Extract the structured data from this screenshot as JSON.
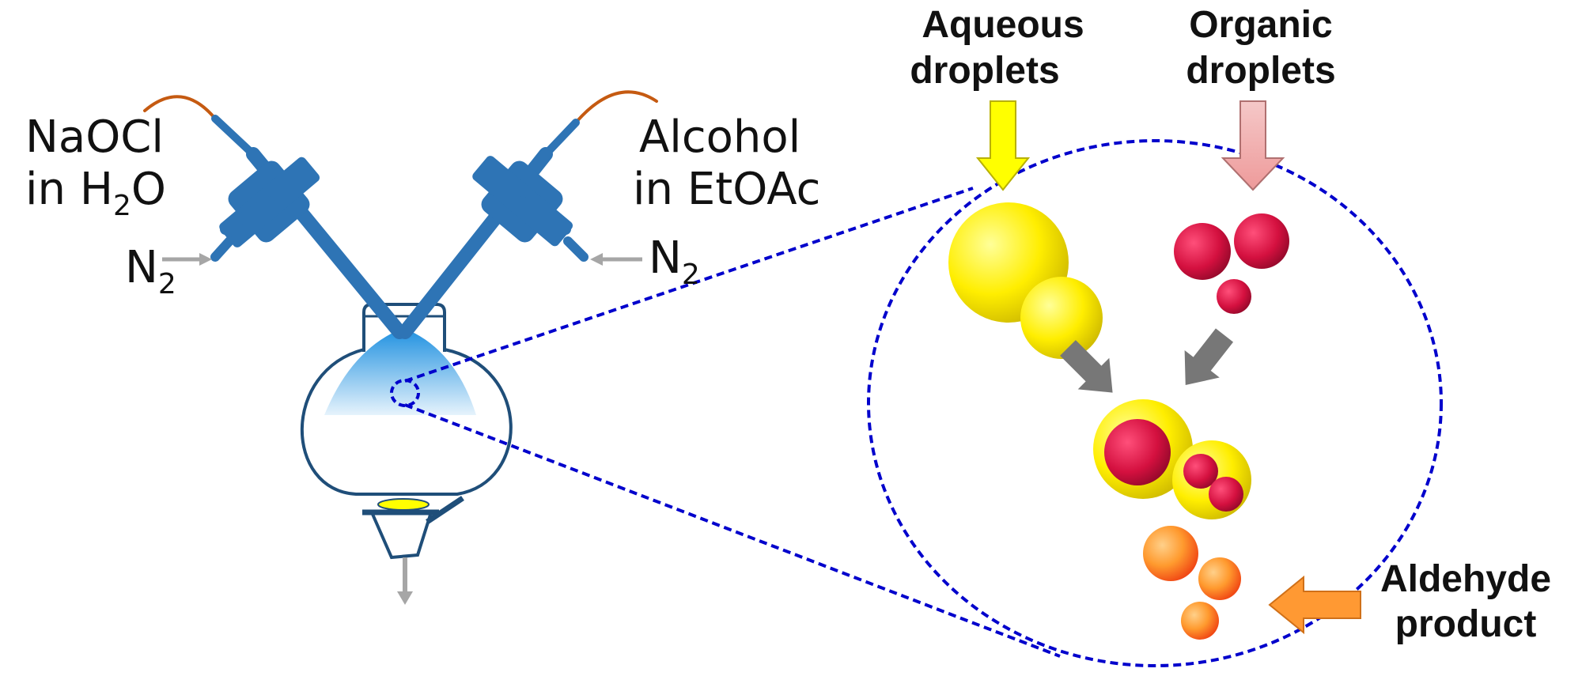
{
  "labels": {
    "left_reagent_line1": "NaOCl",
    "left_reagent_line2_prefix": "in H",
    "left_reagent_line2_sub": "2",
    "left_reagent_line2_suffix": "O",
    "right_reagent_line1": "Alcohol",
    "right_reagent_line2": "in EtOAc",
    "gas_left": "N",
    "gas_left_sub": "2",
    "gas_right": "N",
    "gas_right_sub": "2",
    "aqueous_line1": "Aqueous",
    "aqueous_line2": "droplets",
    "organic_line1": "Organic",
    "organic_line2": "droplets",
    "product_line1": "Aldehyde",
    "product_line2": "product"
  },
  "colors": {
    "nebulizer_blue": "#2e74b5",
    "flask_outline": "#1f4e79",
    "tubing": "#c55a11",
    "gas_arrow": "#a6a6a6",
    "dashed_blue": "#0000cc",
    "aqueous_yellow": "#ffff00",
    "organic_pink": "#f2b2b2",
    "organic_red": "#d01040",
    "product_orange": "#ff9933",
    "mixing_arrow": "#777777"
  }
}
